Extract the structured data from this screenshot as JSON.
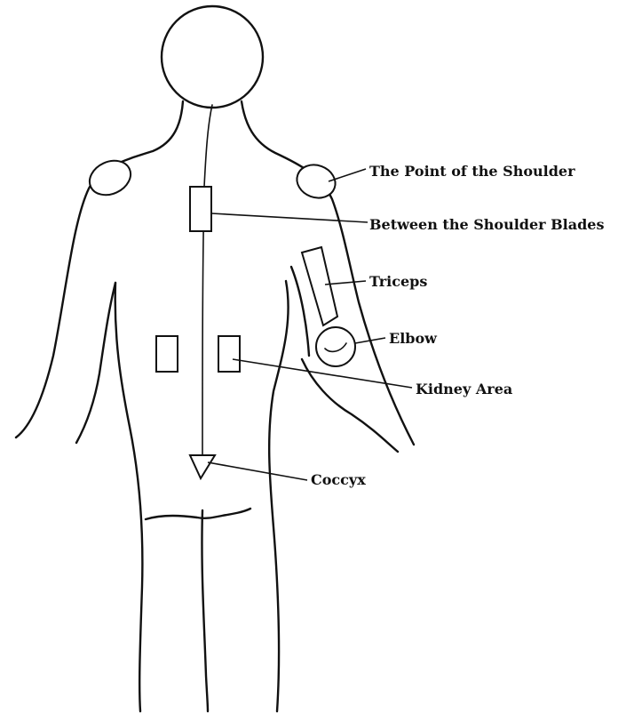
{
  "labels": {
    "shoulder_point": "The Point of the Shoulder",
    "shoulder_blades": "Between the Shoulder Blades",
    "triceps": "Triceps",
    "elbow": "Elbow",
    "kidney": "Kidney Area",
    "coccyx": "Coccyx"
  },
  "colors": {
    "line": "#111111",
    "background": "#ffffff"
  }
}
